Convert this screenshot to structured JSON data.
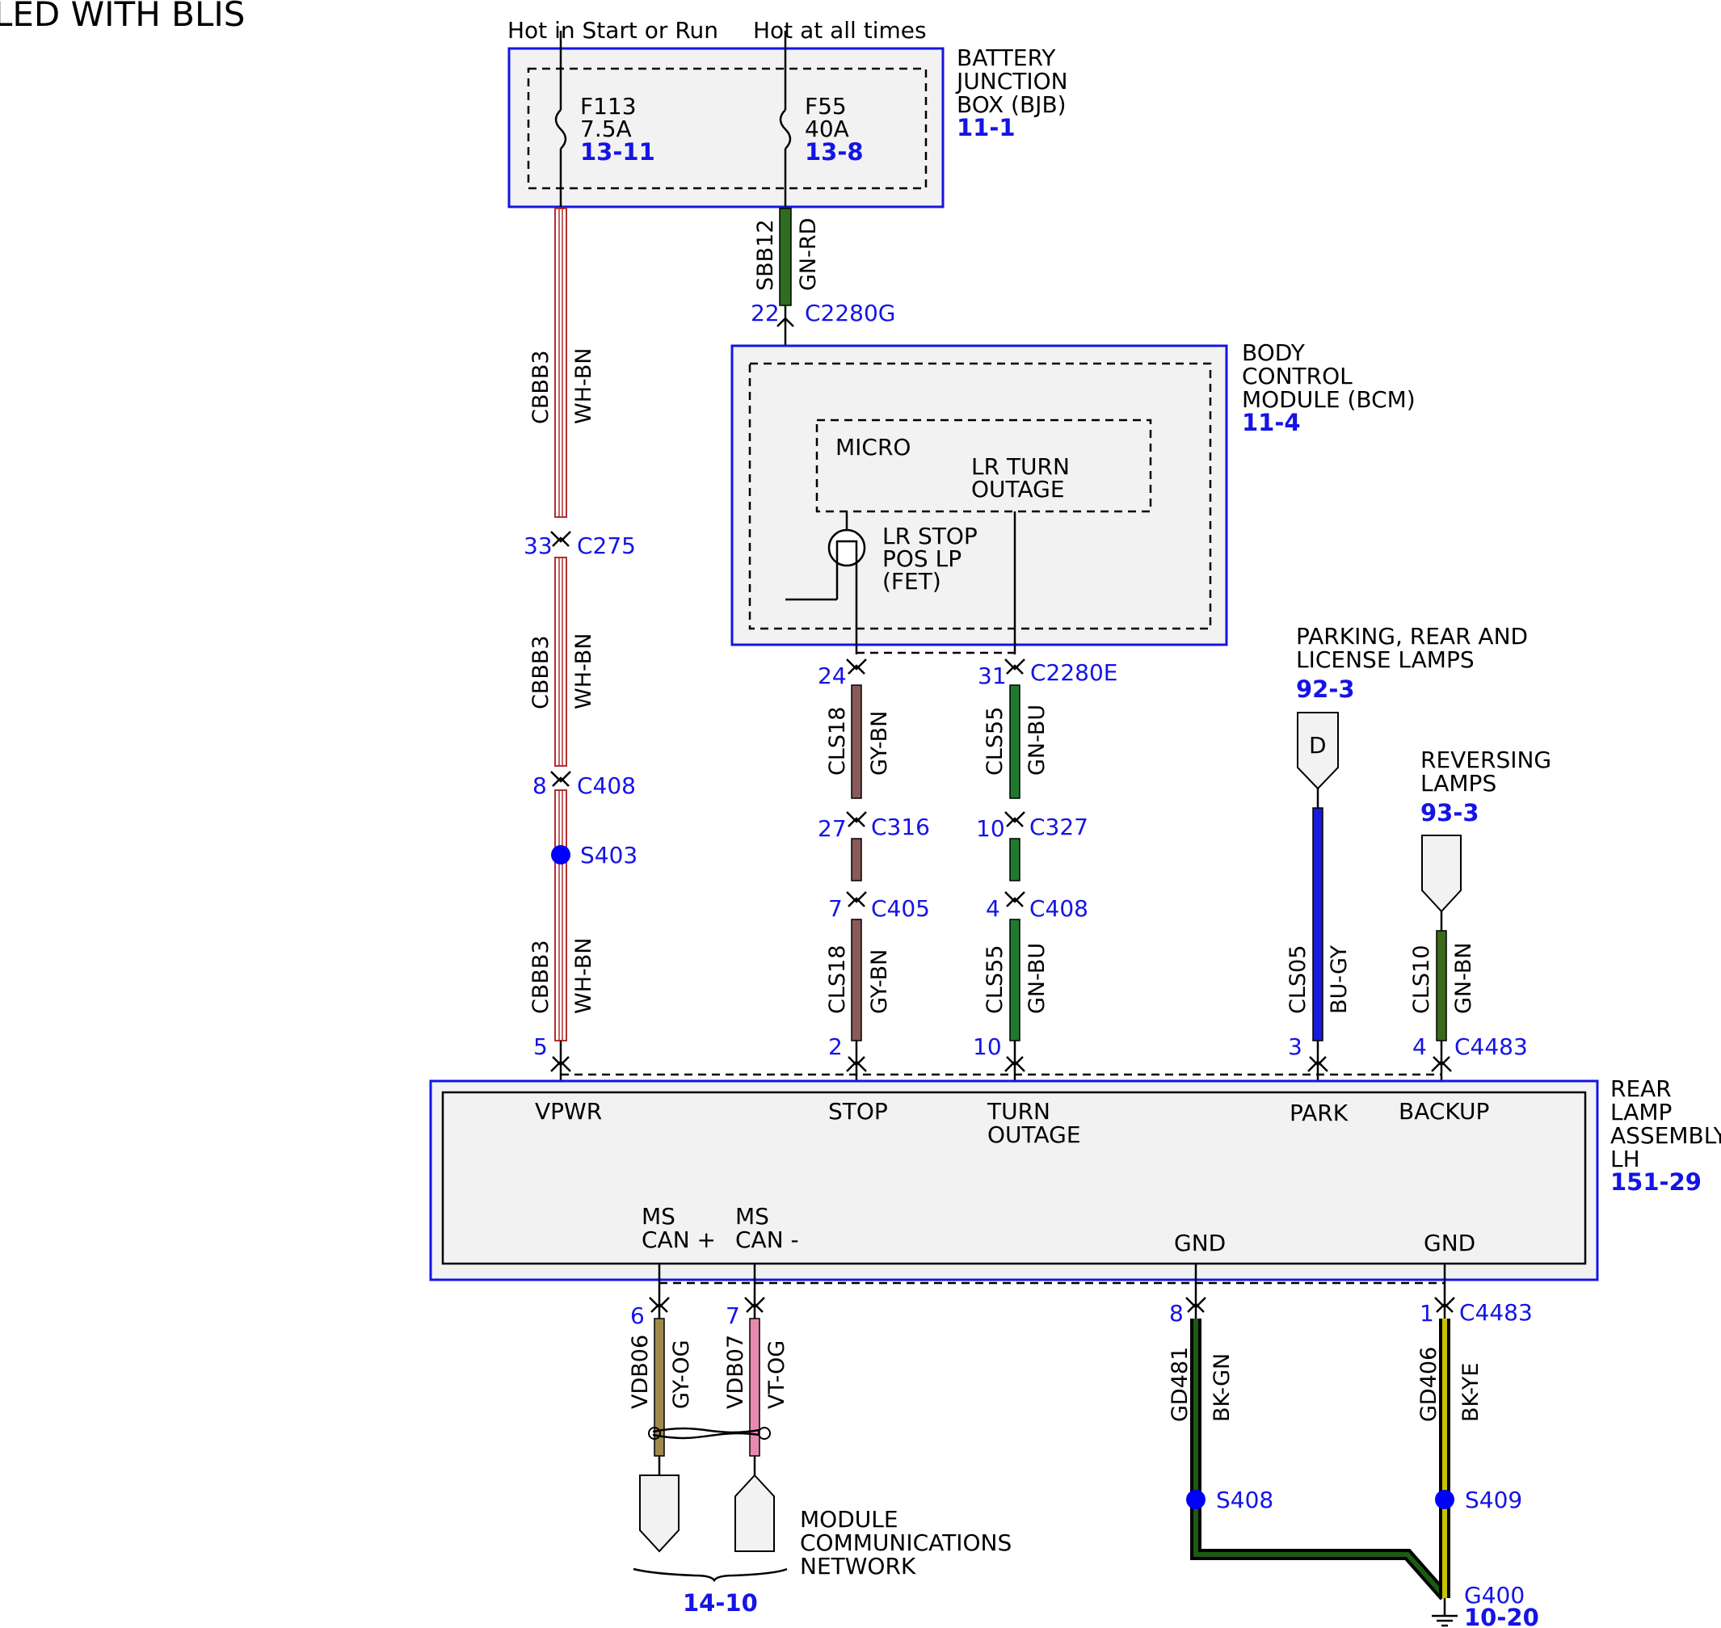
{
  "title": "LED WITH BLIS",
  "power": {
    "hot_start_run": "Hot in Start or Run",
    "hot_all_times": "Hot at all times"
  },
  "bjb": {
    "name": [
      "BATTERY",
      "JUNCTION",
      "BOX (BJB)"
    ],
    "ref": "11-1",
    "fuses": [
      {
        "id": "F113",
        "rating": "7.5A",
        "ref": "13-11"
      },
      {
        "id": "F55",
        "rating": "40A",
        "ref": "13-8"
      }
    ]
  },
  "bcm": {
    "name": [
      "BODY",
      "CONTROL",
      "MODULE (BCM)"
    ],
    "ref": "11-4",
    "micro": "MICRO",
    "lr_turn": [
      "LR TURN",
      "OUTAGE"
    ],
    "lr_stop": [
      "LR STOP",
      "POS LP",
      "(FET)"
    ]
  },
  "parking": {
    "name": [
      "PARKING, REAR AND",
      "LICENSE LAMPS"
    ],
    "ref": "92-3",
    "connector": "D"
  },
  "reversing": {
    "name": [
      "REVERSING",
      "LAMPS"
    ],
    "ref": "93-3"
  },
  "rear_lamp": {
    "name": [
      "REAR",
      "LAMP",
      "ASSEMBLY",
      "LH"
    ],
    "ref": "151-29",
    "pins": {
      "vpwr": "VPWR",
      "stop": "STOP",
      "turn": [
        "TURN",
        "OUTAGE"
      ],
      "park": "PARK",
      "backup": "BACKUP",
      "ms_can_plus": [
        "MS",
        "CAN +"
      ],
      "ms_can_minus": [
        "MS",
        "CAN -"
      ],
      "gnd1": "GND",
      "gnd2": "GND"
    }
  },
  "network": {
    "name": [
      "MODULE",
      "COMMUNICATIONS",
      "NETWORK"
    ],
    "ref": "14-10"
  },
  "ground": {
    "id": "G400",
    "ref": "10-20"
  },
  "wires": {
    "sbb12": {
      "circuit": "SBB12",
      "color": "GN-RD"
    },
    "cbbb3_a": {
      "circuit": "CBBB3",
      "color": "WH-BN"
    },
    "cbbb3_b": {
      "circuit": "CBBB3",
      "color": "WH-BN"
    },
    "cbbb3_c": {
      "circuit": "CBBB3",
      "color": "WH-BN"
    },
    "cls18_a": {
      "circuit": "CLS18",
      "color": "GY-BN"
    },
    "cls18_b": {
      "circuit": "CLS18",
      "color": "GY-BN"
    },
    "cls55_a": {
      "circuit": "CLS55",
      "color": "GN-BU"
    },
    "cls55_b": {
      "circuit": "CLS55",
      "color": "GN-BU"
    },
    "cls05": {
      "circuit": "CLS05",
      "color": "BU-GY"
    },
    "cls10": {
      "circuit": "CLS10",
      "color": "GN-BN"
    },
    "vdb06": {
      "circuit": "VDB06",
      "color": "GY-OG"
    },
    "vdb07": {
      "circuit": "VDB07",
      "color": "VT-OG"
    },
    "gd481": {
      "circuit": "GD481",
      "color": "BK-GN"
    },
    "gd406": {
      "circuit": "GD406",
      "color": "BK-YE"
    }
  },
  "connectors": {
    "c2280g": {
      "pin": "22",
      "id": "C2280G"
    },
    "c275": {
      "pin": "33",
      "id": "C275"
    },
    "c408_a": {
      "pin": "8",
      "id": "C408"
    },
    "c2280e_a": {
      "pin": "24"
    },
    "c2280e_b": {
      "pin": "31",
      "id": "C2280E"
    },
    "c316": {
      "pin": "27",
      "id": "C316"
    },
    "c327": {
      "pin": "10",
      "id": "C327"
    },
    "c405": {
      "pin": "7",
      "id": "C405"
    },
    "c408_b": {
      "pin": "4",
      "id": "C408"
    },
    "c4483_vpwr": {
      "pin": "5"
    },
    "c4483_stop": {
      "pin": "2"
    },
    "c4483_turn": {
      "pin": "10"
    },
    "c4483_park": {
      "pin": "3"
    },
    "c4483_backup": {
      "pin": "4",
      "id": "C4483"
    },
    "c4483_can_plus": {
      "pin": "6"
    },
    "c4483_can_minus": {
      "pin": "7"
    },
    "c4483_gnd1": {
      "pin": "8"
    },
    "c4483_gnd2": {
      "pin": "1",
      "id": "C4483"
    }
  },
  "splices": {
    "s403": "S403",
    "s408": "S408",
    "s409": "S409"
  },
  "colors": {
    "wh_bn": "#b03030",
    "gn_rd": "#2f6e1e",
    "gy_bn": "#8a5a5a",
    "gn_bu": "#1f7a2e",
    "bu_gy": "#1a1ad8",
    "gn_bn": "#3b6a1a",
    "gy_og": "#a08a4a",
    "vt_og": "#e88ab0",
    "bk_gn": "#1b5c12",
    "bk_ye": "#c8c400",
    "ref_blue": "#1414e6",
    "splice_blue": "#0000ff"
  }
}
